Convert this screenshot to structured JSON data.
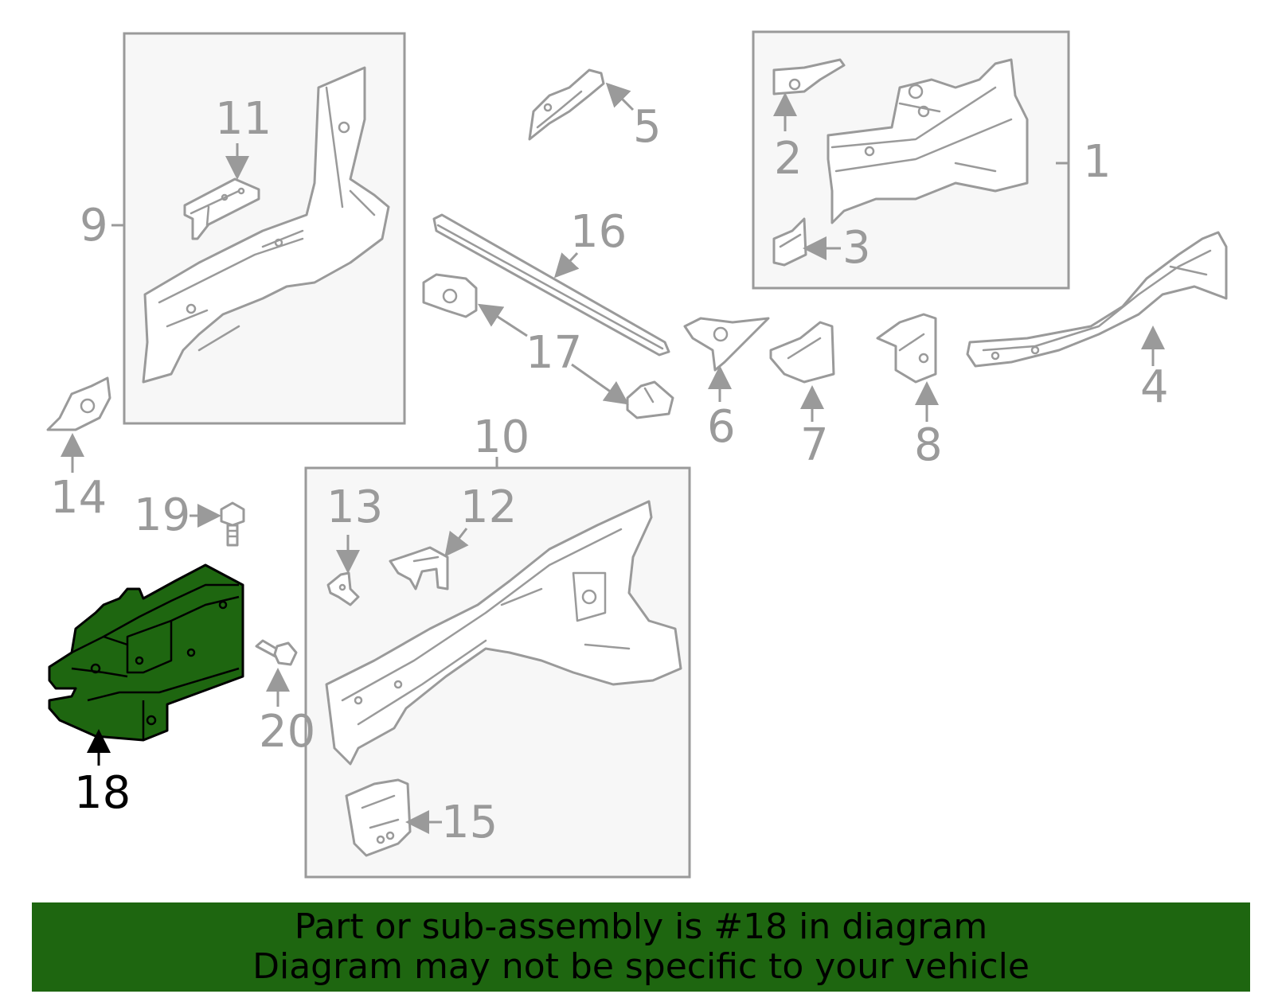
{
  "diagram": {
    "highlighted_part": "18",
    "highlight_color": "#1e6610",
    "callouts": {
      "c1": "1",
      "c2": "2",
      "c3": "3",
      "c4": "4",
      "c5": "5",
      "c6": "6",
      "c7": "7",
      "c8": "8",
      "c9": "9",
      "c10": "10",
      "c11": "11",
      "c12": "12",
      "c13": "13",
      "c14": "14",
      "c15": "15",
      "c16": "16",
      "c17": "17",
      "c18": "18",
      "c19": "19",
      "c20": "20"
    }
  },
  "banner": {
    "line1": "Part or sub-assembly is #18 in diagram",
    "line2": "Diagram may not be specific to your vehicle",
    "background": "#1e6610"
  }
}
